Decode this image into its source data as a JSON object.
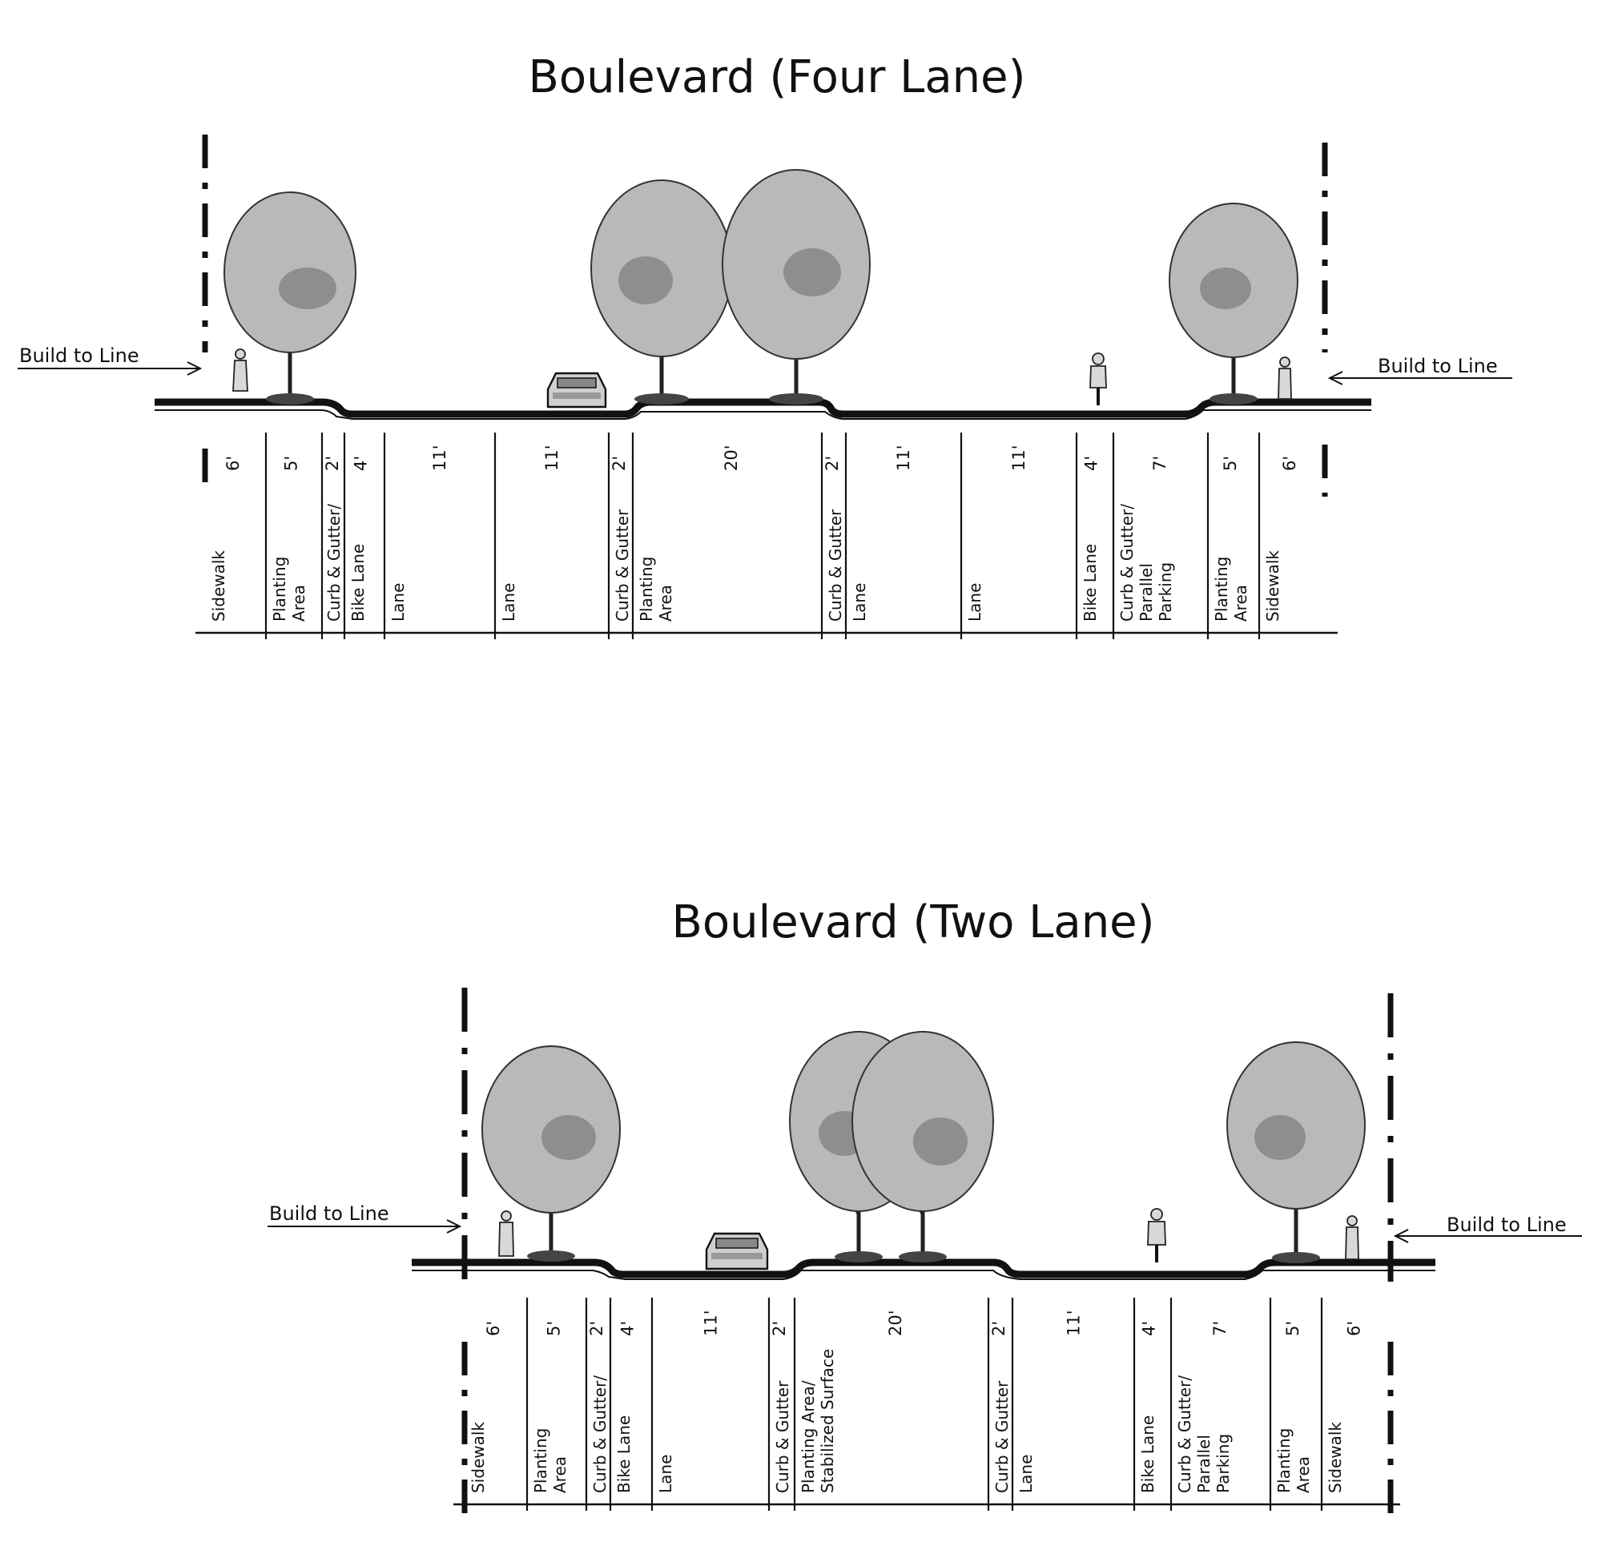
{
  "sections": [
    {
      "title": "Boulevard (Four Lane)",
      "build_to_line_left": "Build to Line",
      "build_to_line_right": "Build to Line",
      "segments": [
        {
          "width": "6'",
          "label": [
            "Sidewalk"
          ]
        },
        {
          "width": "5'",
          "label": [
            "Planting",
            "Area"
          ]
        },
        {
          "width": "2'",
          "label": [
            "Curb & Gutter/"
          ]
        },
        {
          "width": "4'",
          "label": [
            "Bike Lane"
          ]
        },
        {
          "width": "11'",
          "label": [
            "Lane"
          ]
        },
        {
          "width": "11'",
          "label": [
            "Lane"
          ]
        },
        {
          "width": "2'",
          "label": [
            "Curb & Gutter"
          ]
        },
        {
          "width": "20'",
          "label": [
            "Planting",
            "Area"
          ]
        },
        {
          "width": "2'",
          "label": [
            "Curb & Gutter"
          ]
        },
        {
          "width": "11'",
          "label": [
            "Lane"
          ]
        },
        {
          "width": "11'",
          "label": [
            "Lane"
          ]
        },
        {
          "width": "4'",
          "label": [
            "Bike Lane"
          ]
        },
        {
          "width": "7'",
          "label": [
            "Curb & Gutter/",
            "Parallel",
            "Parking"
          ]
        },
        {
          "width": "5'",
          "label": [
            "Planting",
            "Area"
          ]
        },
        {
          "width": "6'",
          "label": [
            "Sidewalk"
          ]
        }
      ]
    },
    {
      "title": "Boulevard (Two Lane)",
      "build_to_line_left": "Build to Line",
      "build_to_line_right": "Build to Line",
      "segments": [
        {
          "width": "6'",
          "label": [
            "Sidewalk"
          ]
        },
        {
          "width": "5'",
          "label": [
            "Planting",
            "Area"
          ]
        },
        {
          "width": "2'",
          "label": [
            "Curb & Gutter/"
          ]
        },
        {
          "width": "4'",
          "label": [
            "Bike Lane"
          ]
        },
        {
          "width": "11'",
          "label": [
            "Lane"
          ]
        },
        {
          "width": "2'",
          "label": [
            "Curb & Gutter"
          ]
        },
        {
          "width": "20'",
          "label": [
            "Planting Area/",
            "Stabilized Surface"
          ]
        },
        {
          "width": "2'",
          "label": [
            "Curb & Gutter"
          ]
        },
        {
          "width": "11'",
          "label": [
            "Lane"
          ]
        },
        {
          "width": "4'",
          "label": [
            "Bike Lane"
          ]
        },
        {
          "width": "7'",
          "label": [
            "Curb & Gutter/",
            "Parallel",
            "Parking"
          ]
        },
        {
          "width": "5'",
          "label": [
            "Planting",
            "Area"
          ]
        },
        {
          "width": "6'",
          "label": [
            "Sidewalk"
          ]
        }
      ]
    }
  ]
}
